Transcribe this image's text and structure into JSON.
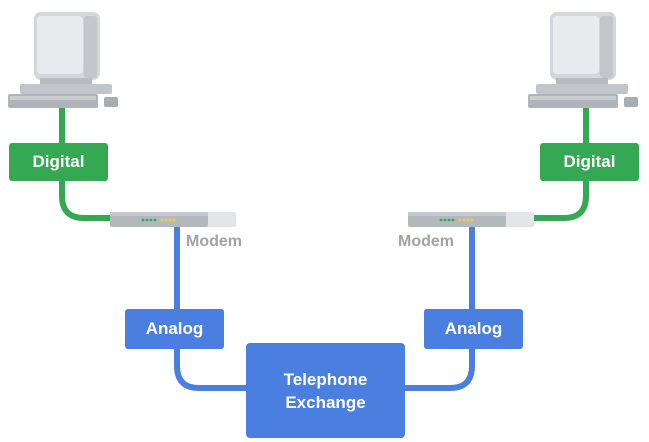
{
  "diagram": {
    "left": {
      "signal_label": "Digital",
      "modem_label": "Modem",
      "line_label": "Analog"
    },
    "right": {
      "signal_label": "Digital",
      "modem_label": "Modem",
      "line_label": "Analog"
    },
    "exchange": {
      "line1": "Telephone",
      "line2": "Exchange"
    },
    "colors": {
      "digital": "#34a853",
      "analog": "#4a7fe0",
      "modem_text": "#a2a2a2",
      "computer": "#cfd3d7"
    },
    "icons": [
      "computer-icon",
      "modem-icon"
    ]
  }
}
